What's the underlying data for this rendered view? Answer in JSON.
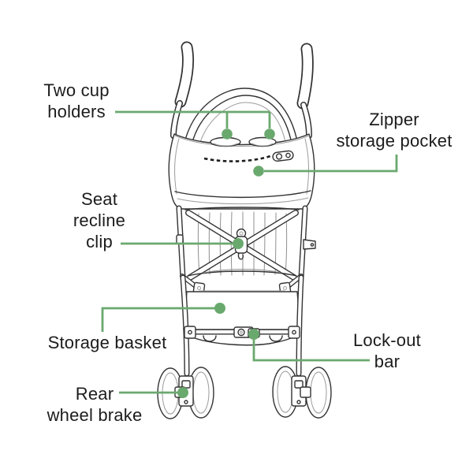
{
  "colors": {
    "accent_green": "#6aa96e",
    "label_text": "#1c1c1c",
    "line_art": "#333333"
  },
  "diagram": {
    "labels": {
      "two_cup_holders": {
        "text": "Two cup holders",
        "lines": [
          "Two cup",
          "holders"
        ]
      },
      "zipper_storage_pocket": {
        "text": "Zipper storage pocket",
        "lines": [
          "Zipper",
          "storage pocket"
        ]
      },
      "seat_recline_clip": {
        "text": "Seat recline clip",
        "lines": [
          "Seat",
          "recline",
          "clip"
        ]
      },
      "storage_basket": {
        "text": "Storage basket",
        "lines": [
          "Storage basket"
        ]
      },
      "lock_out_bar": {
        "text": "Lock-out bar",
        "lines": [
          "Lock-out",
          "bar"
        ]
      },
      "rear_wheel_brake": {
        "text": "Rear wheel brake",
        "lines": [
          "Rear",
          "wheel brake"
        ]
      }
    }
  }
}
